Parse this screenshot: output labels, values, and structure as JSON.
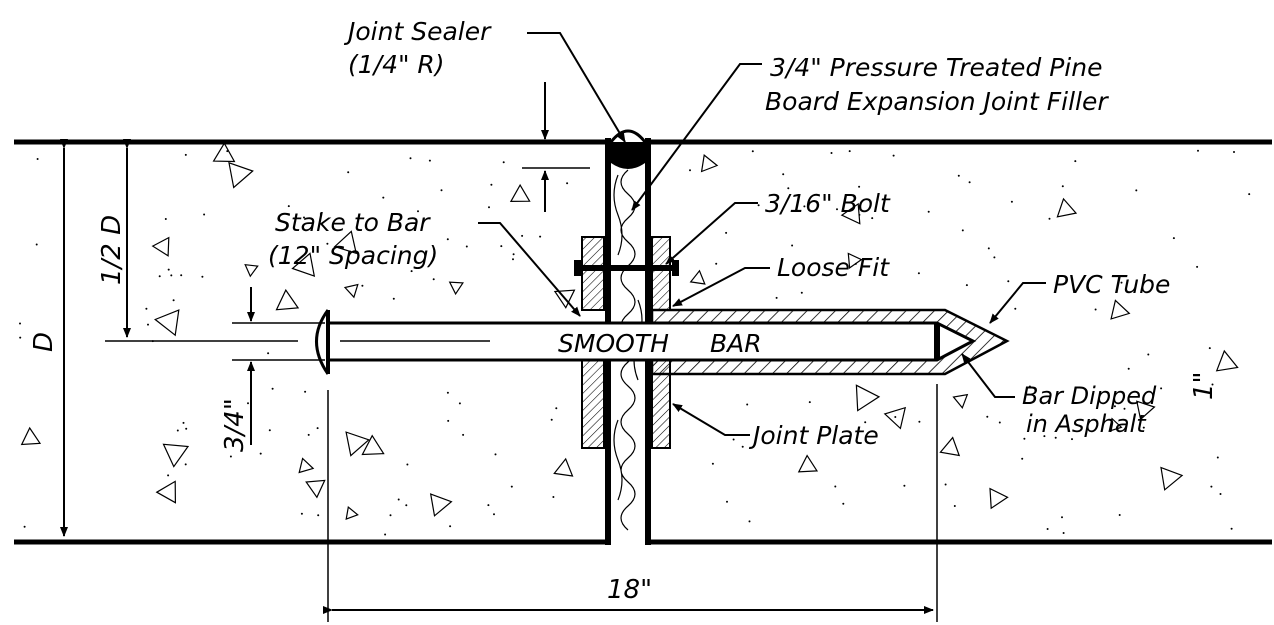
{
  "labels": {
    "joint_sealer": "Joint Sealer",
    "joint_sealer_size": "(1/4\" R)",
    "filler_line1": "3/4\" Pressure Treated Pine",
    "filler_line2": "Board Expansion Joint Filler",
    "bolt": "3/16\" Bolt",
    "stake_line1": "Stake to Bar",
    "stake_line2": "(12\" Spacing)",
    "loose_fit": "Loose Fit",
    "pvc_tube": "PVC Tube",
    "smooth": "SMOOTH",
    "bar": "BAR",
    "dipped_line1": "Bar Dipped",
    "dipped_line2": "in Asphalt",
    "joint_plate": "Joint Plate"
  },
  "dimensions": {
    "depth": "D",
    "half_depth": "1/2 D",
    "bar_diameter": "3/4\"",
    "tube_clearance": "1\"",
    "bar_length": "18\""
  }
}
